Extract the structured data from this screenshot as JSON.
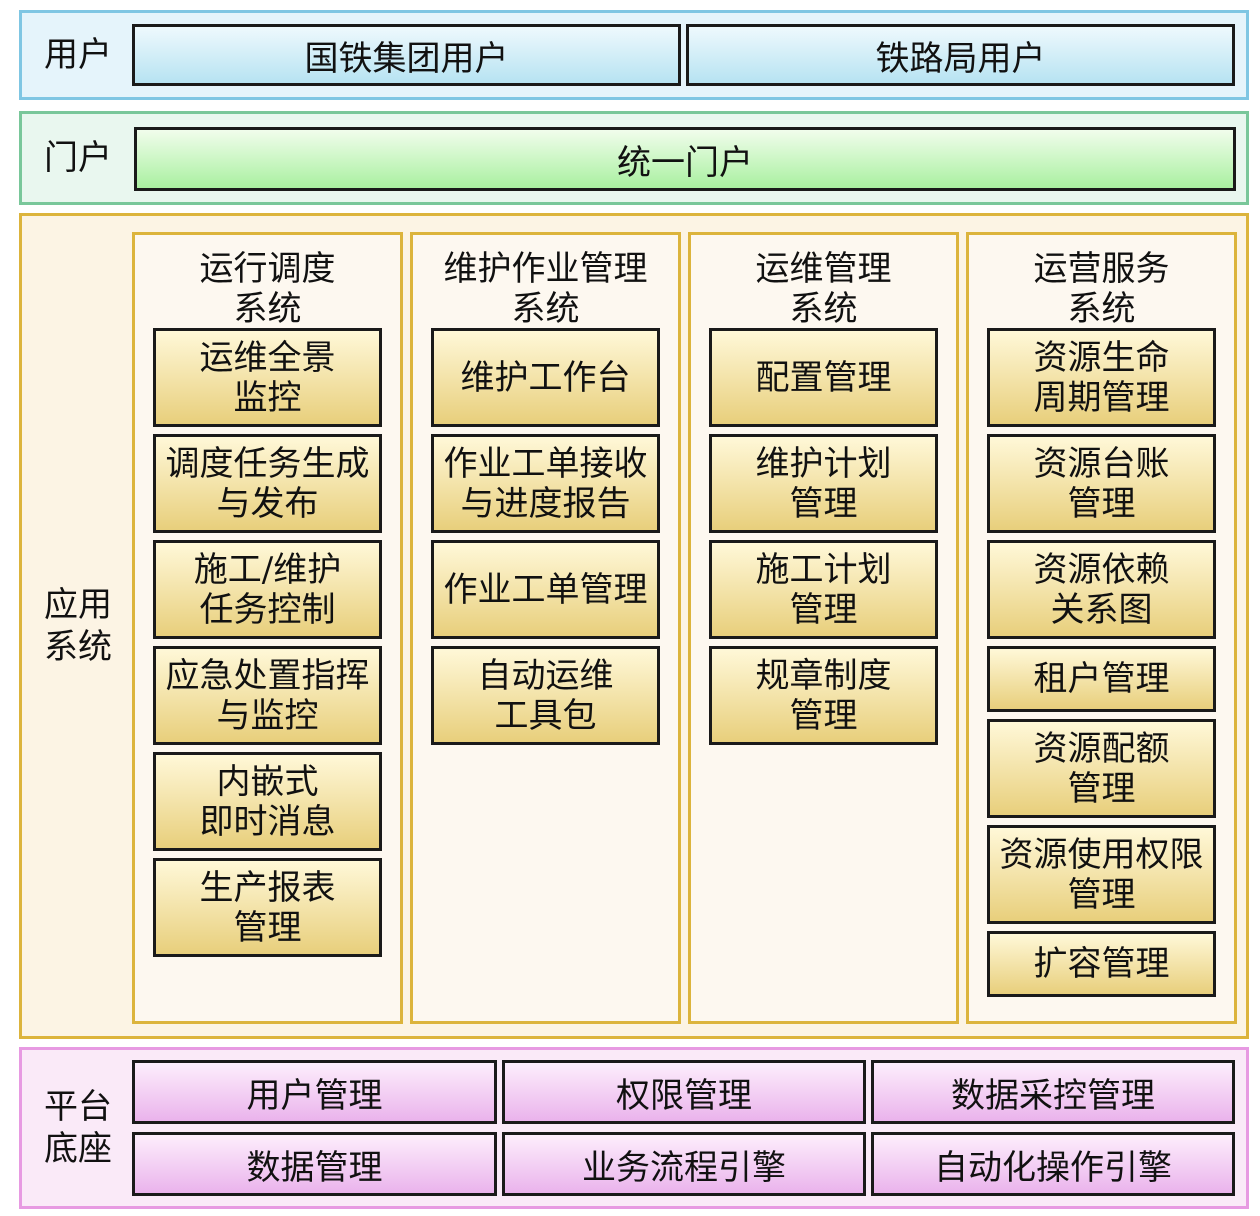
{
  "users": {
    "label": "用户",
    "items": [
      "国铁集团用户",
      "铁路局用户"
    ]
  },
  "portal": {
    "label": "门户",
    "item": "统一门户"
  },
  "apps": {
    "label": "应用\n系统",
    "systems": [
      {
        "title": "运行调度\n系统",
        "modules": [
          "运维全景\n监控",
          "调度任务生成\n与发布",
          "施工/维护\n任务控制",
          "应急处置指挥\n与监控",
          "内嵌式\n即时消息",
          "生产报表\n管理"
        ]
      },
      {
        "title": "维护作业管理\n系统",
        "modules": [
          "维护工作台",
          "作业工单接收\n与进度报告",
          "作业工单管理",
          "自动运维\n工具包"
        ]
      },
      {
        "title": "运维管理\n系统",
        "modules": [
          "配置管理",
          "维护计划\n管理",
          "施工计划\n管理",
          "规章制度\n管理"
        ]
      },
      {
        "title": "运营服务\n系统",
        "modules": [
          "资源生命\n周期管理",
          "资源台账\n管理",
          "资源依赖\n关系图",
          "租户管理",
          "资源配额\n管理",
          "资源使用权限\n管理",
          "扩容管理"
        ]
      }
    ]
  },
  "platform": {
    "label": "平台\n底座",
    "items": [
      "用户管理",
      "权限管理",
      "数据采控管理",
      "数据管理",
      "业务流程引擎",
      "自动化操作引擎"
    ]
  }
}
